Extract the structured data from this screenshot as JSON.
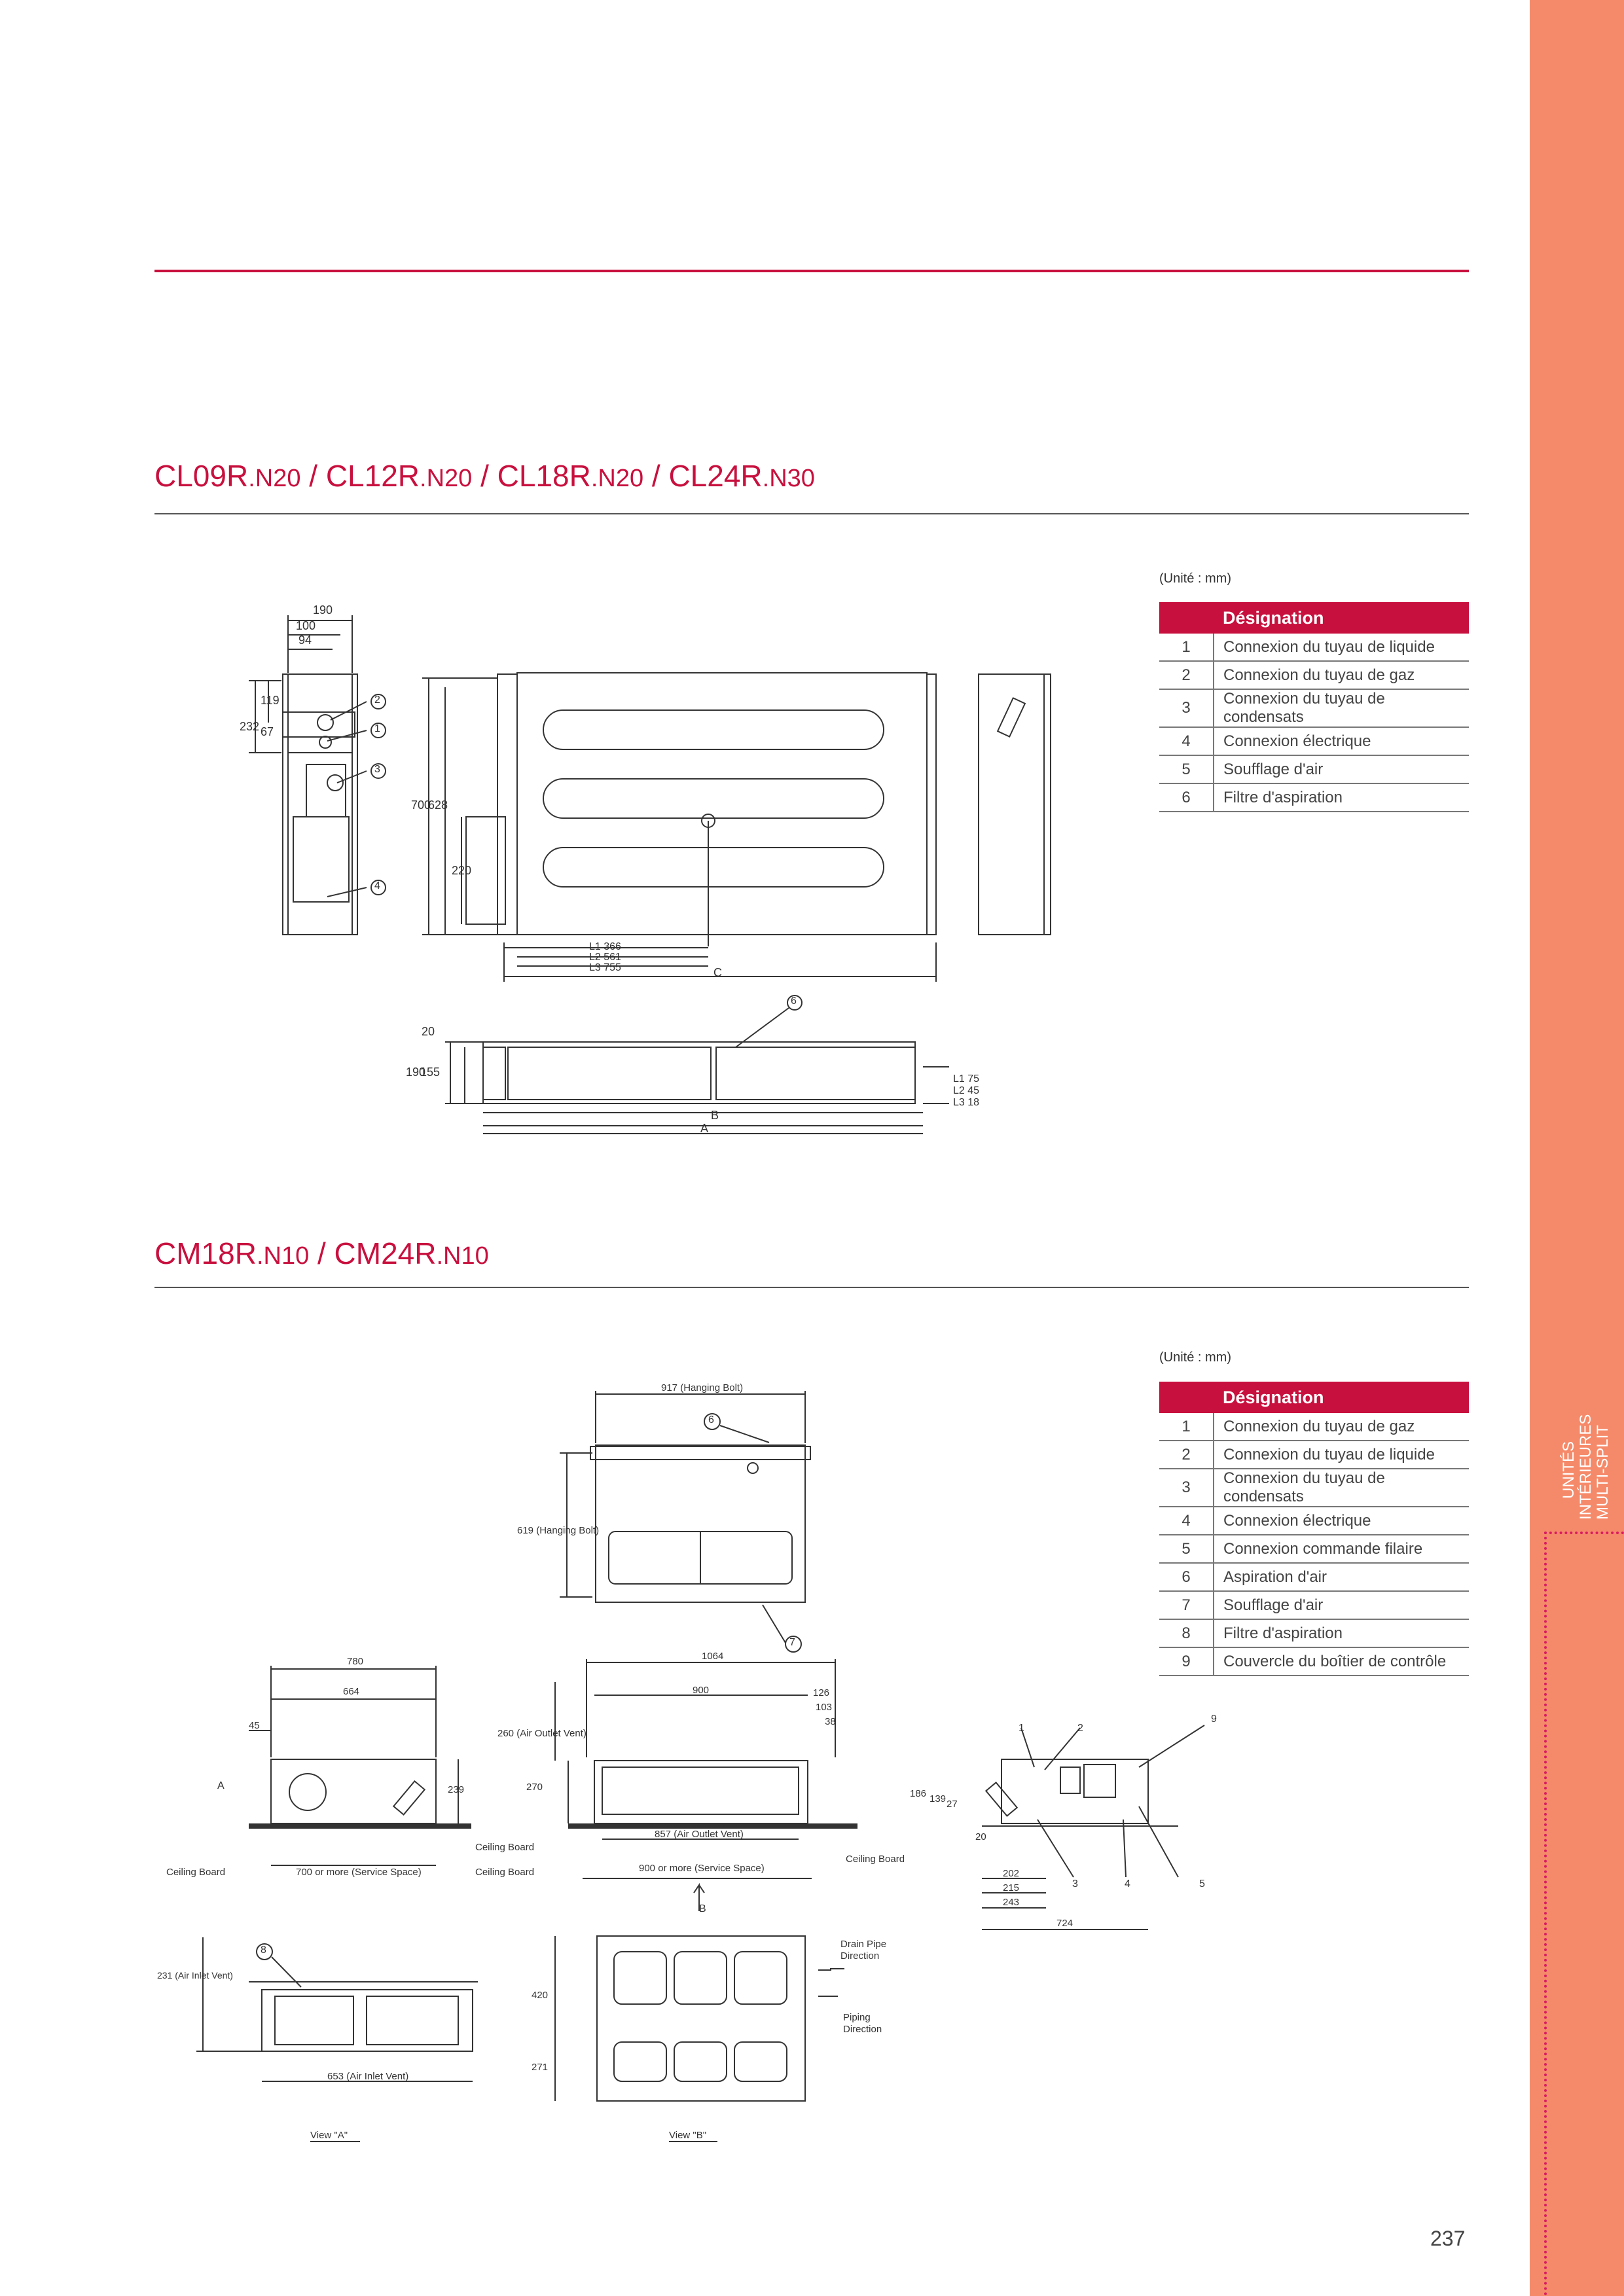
{
  "sidebar": {
    "label_line1": "UNITÉS",
    "label_line2": "INTÉRIEURES",
    "label_line3": "MULTI-SPLIT"
  },
  "section1": {
    "heading": [
      {
        "main": "CL09R",
        "suf": ".N20"
      },
      {
        "main": " / CL12R",
        "suf": ".N20"
      },
      {
        "main": " / CL18R",
        "suf": ".N20"
      },
      {
        "main": " / CL24R",
        "suf": ".N30"
      }
    ],
    "unit": "(Unité : mm)",
    "table_header": "Désignation",
    "rows": [
      {
        "n": "1",
        "t": "Connexion du tuyau de liquide"
      },
      {
        "n": "2",
        "t": "Connexion du tuyau de gaz"
      },
      {
        "n": "3",
        "t": "Connexion du tuyau de condensats"
      },
      {
        "n": "4",
        "t": "Connexion électrique"
      },
      {
        "n": "5",
        "t": "Soufflage d'air"
      },
      {
        "n": "6",
        "t": "Filtre d'aspiration"
      }
    ],
    "drawing": {
      "side_dims": [
        "190",
        "100",
        "94",
        "119",
        "232",
        "67"
      ],
      "callouts": [
        "2",
        "1",
        "3",
        "4",
        "6"
      ],
      "front_dims": [
        "700",
        "628",
        "220",
        "C"
      ],
      "l_dims": [
        "L1 366",
        "L2 561",
        "L3 755"
      ],
      "bottom_dims": [
        "20",
        "190",
        "155",
        "B",
        "A",
        "L1 75",
        "L2 45",
        "L3 18"
      ]
    }
  },
  "section2": {
    "heading": [
      {
        "main": "CM18R",
        "suf": ".N10"
      },
      {
        "main": " / CM24R",
        "suf": ".N10"
      }
    ],
    "unit": "(Unité : mm)",
    "table_header": "Désignation",
    "rows": [
      {
        "n": "1",
        "t": "Connexion du tuyau de gaz"
      },
      {
        "n": "2",
        "t": "Connexion du tuyau de liquide"
      },
      {
        "n": "3",
        "t": "Connexion du tuyau de condensats"
      },
      {
        "n": "4",
        "t": "Connexion électrique"
      },
      {
        "n": "5",
        "t": "Connexion commande filaire"
      },
      {
        "n": "6",
        "t": "Aspiration d'air"
      },
      {
        "n": "7",
        "t": "Soufflage d'air"
      },
      {
        "n": "8",
        "t": "Filtre d'aspiration"
      },
      {
        "n": "9",
        "t": "Couvercle du boîtier de contrôle"
      }
    ],
    "drawing": {
      "top_dims": [
        "917 (Hanging Bolt)",
        "619 (Hanging Bolt)"
      ],
      "left_dims": [
        "780",
        "664",
        "45",
        "239",
        "700 or more (Service Space)"
      ],
      "center_dims": [
        "1064",
        "900",
        "126",
        "103",
        "38",
        "260 (Air Outlet Vent)",
        "270",
        "857 (Air Outlet Vent)",
        "900 or more (Service Space)"
      ],
      "right_dims": [
        "186",
        "139",
        "27",
        "20",
        "202",
        "215",
        "243",
        "724"
      ],
      "bottom_dims": [
        "231 (Air Inlet Vent)",
        "653 (Air Inlet Vent)",
        "420",
        "271"
      ],
      "labels": {
        "ceiling": "Ceiling Board",
        "view_a": "View \"A\"",
        "view_b": "View \"B\"",
        "a": "A",
        "b": "B",
        "drain": "Drain Pipe",
        "drain2": "Direction",
        "piping": "Piping",
        "piping2": "Direction"
      },
      "callouts": [
        "1",
        "2",
        "3",
        "4",
        "5",
        "6",
        "7",
        "8",
        "9"
      ]
    }
  },
  "page_number": "237"
}
